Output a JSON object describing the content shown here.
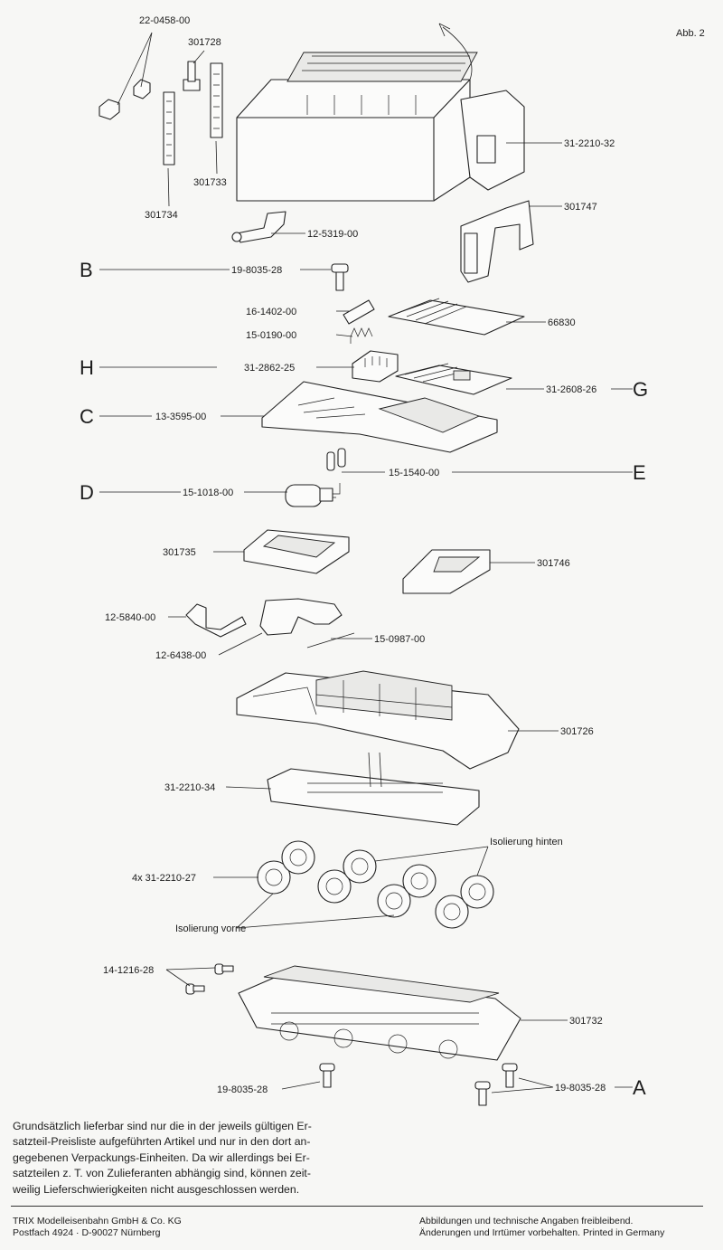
{
  "figure_tag": "Abb. 2",
  "parts": [
    {
      "id": "22-0458-00"
    },
    {
      "id": "301728"
    },
    {
      "id": "301734"
    },
    {
      "id": "301733"
    },
    {
      "id": "31-2210-32"
    },
    {
      "id": "301747"
    },
    {
      "id": "12-5319-00"
    },
    {
      "id": "19-8035-28",
      "letter": "B"
    },
    {
      "id": "16-1402-00"
    },
    {
      "id": "15-0190-00"
    },
    {
      "id": "66830"
    },
    {
      "id": "31-2862-25",
      "letter": "H"
    },
    {
      "id": "31-2608-26",
      "letter": "G"
    },
    {
      "id": "13-3595-00",
      "letter": "C"
    },
    {
      "id": "15-1540-00",
      "letter": "E"
    },
    {
      "id": "15-1018-00",
      "letter": "D"
    },
    {
      "id": "301735"
    },
    {
      "id": "301746"
    },
    {
      "id": "12-5840-00"
    },
    {
      "id": "12-6438-00"
    },
    {
      "id": "15-0987-00"
    },
    {
      "id": "301726"
    },
    {
      "id": "31-2210-34"
    },
    {
      "id": "4x 31-2210-27"
    },
    {
      "id": "14-1216-28"
    },
    {
      "id": "301732"
    },
    {
      "id": "19-8035-28"
    },
    {
      "id": "19-8035-28",
      "letter": "A"
    }
  ],
  "annotations": {
    "rear_insulation": "Isolierung hinten",
    "front_insulation": "Isolierung vorne"
  },
  "note_lines": [
    "Grundsätzlich lieferbar sind nur die in der jeweils gültigen Er-",
    "satzteil-Preisliste aufgeführten Artikel und nur in den dort an-",
    "gegebenen Verpackungs-Einheiten. Da wir allerdings bei Er-",
    "satzteilen z. T. von Zulieferanten abhängig sind, können zeit-",
    "weilig Lieferschwierigkeiten nicht ausgeschlossen werden."
  ],
  "footer": {
    "company_line1": "TRIX Modelleisenbahn GmbH & Co. KG",
    "company_line2": "Postfach 4924 · D-90027 Nürnberg",
    "disclaimer_line1": "Abbildungen und technische Angaben freibleibend.",
    "disclaimer_line2": "Änderungen und Irrtümer vorbehalten. Printed in Germany"
  }
}
